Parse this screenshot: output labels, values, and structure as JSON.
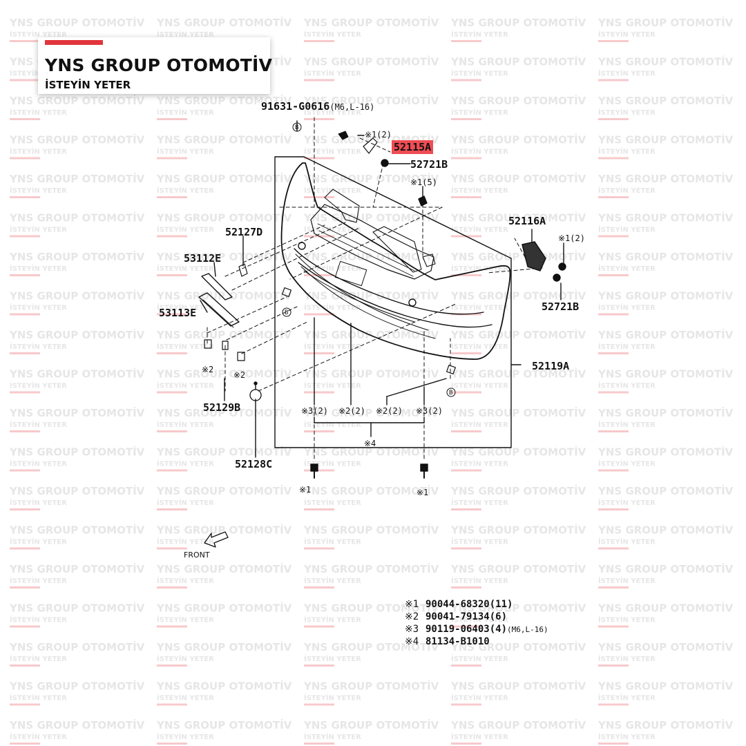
{
  "brand": {
    "title": "YNS GROUP OTOMOTİV",
    "subtitle": "İSTEYİN YETER",
    "accent_color": "#e0363c"
  },
  "watermark": {
    "title": "YNS GROUP OTOMOTİV",
    "subtitle": "İSTEYİN YETER"
  },
  "parts": {
    "p91631": "91631-G0616",
    "p91631_spec": "(M6,L-16)",
    "b_mark": "B",
    "p52115A": "52115A",
    "p52721B_top": "52721B",
    "p52127D": "52127D",
    "p53112E": "53112E",
    "p53113E": "53113E",
    "p52116A": "52116A",
    "p52721B_right": "52721B",
    "p52119A": "52119A",
    "p52129B": "52129B",
    "p52128C": "52128C"
  },
  "callouts": {
    "c1_2_top": "※1(2)",
    "c1_5": "※1(5)",
    "c1_2_right": "※1(2)",
    "c2_left": "※2",
    "c2_mid": "※2",
    "c3_left": "※3(2)",
    "c2_a": "※2(2)",
    "c2_b": "※2(2)",
    "c3_right": "※3(2)",
    "c4": "※4",
    "c1_bottom_left": "※1",
    "c1_bottom_right": "※1"
  },
  "front_label": "FRONT",
  "highlight_color": "#ef4c53",
  "legend": [
    {
      "key": "※1",
      "part": "90044-68320",
      "qty": "(11)",
      "note": ""
    },
    {
      "key": "※2",
      "part": "90041-79134",
      "qty": "(6)",
      "note": ""
    },
    {
      "key": "※3",
      "part": "90119-06403",
      "qty": "(4)",
      "note": "(M6,L-16)"
    },
    {
      "key": "※4",
      "part": "81134-B1010",
      "qty": "",
      "note": ""
    }
  ]
}
